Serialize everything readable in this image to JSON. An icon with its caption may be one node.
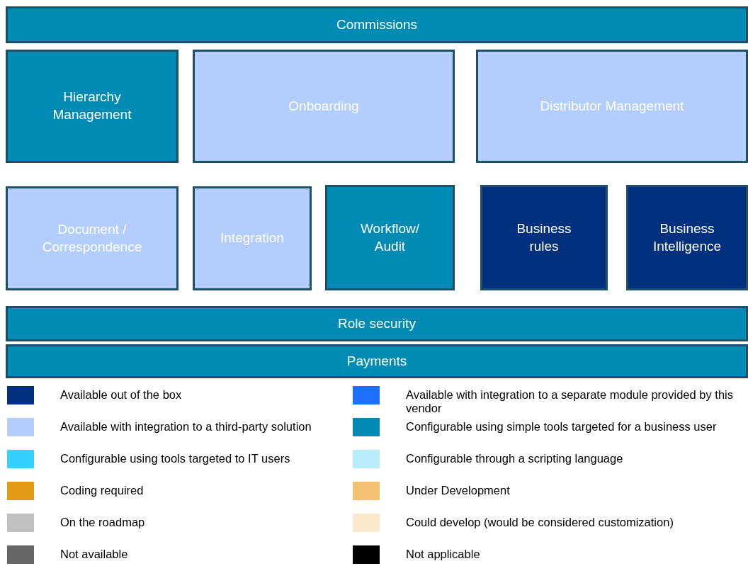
{
  "diagram": {
    "nodes": [
      {
        "text": [
          "Commissions"
        ]
      },
      {
        "text": [
          "Hierarchy Management"
        ]
      },
      {
        "text": [
          "Onboarding"
        ]
      },
      {
        "text": [
          "Distributor Management"
        ]
      },
      {
        "text": [
          "Document / Correspondence"
        ]
      },
      {
        "text": [
          "Integration"
        ]
      },
      {
        "text": [
          "Workflow/ Audit"
        ]
      },
      {
        "text": [
          "Business rules"
        ]
      },
      {
        "text": [
          "Business Intelligence"
        ]
      },
      {
        "text": [
          "Role security"
        ]
      },
      {
        "text": [
          "Payments"
        ]
      }
    ],
    "legend": [
      {
        "text": "Available out of the box",
        "color": "#00307e"
      },
      {
        "text": "Available with integration to a separate module provided by this vendor",
        "color": "#1e6eff"
      },
      {
        "text": "Available with integration to a third-party solution",
        "color": "#b3cdfc"
      },
      {
        "text": "Configurable using simple tools targeted for a business user",
        "color": "#008bb5"
      },
      {
        "text": "Configurable using tools targeted to IT users",
        "color": "#35d0ff"
      },
      {
        "text": "Configurable through a scripting language",
        "color": "#b9ecfa"
      },
      {
        "text": "Coding required",
        "color": "#e39a17"
      },
      {
        "text": "Under Development",
        "color": "#f2c173"
      },
      {
        "text": "On the roadmap",
        "color": "#c0c0c0"
      },
      {
        "text": "Could develop (would be considered customization)",
        "color": "#fce9cc"
      },
      {
        "text": "Not available",
        "color": "#666666"
      },
      {
        "text": "Not applicable",
        "color": "#000000"
      }
    ]
  }
}
